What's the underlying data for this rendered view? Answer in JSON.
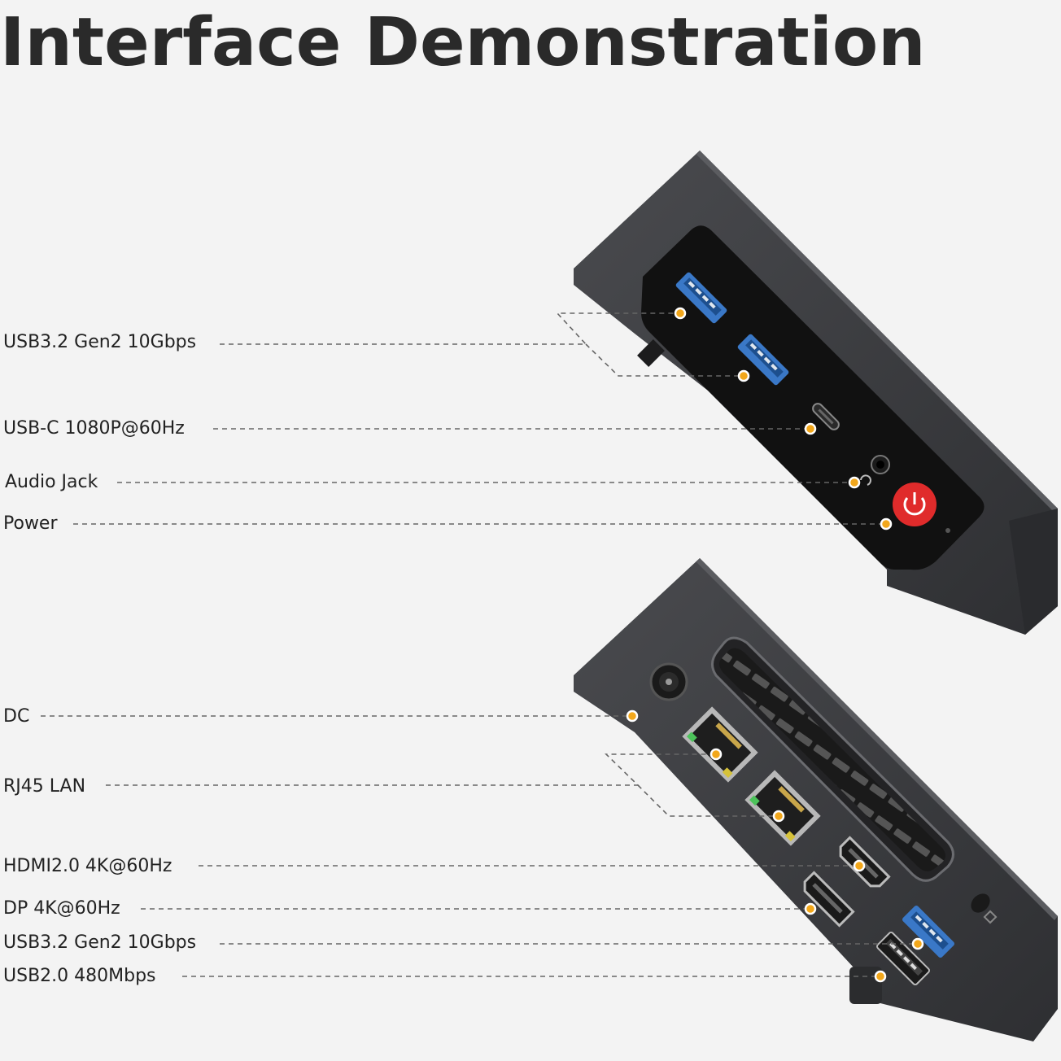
{
  "title": "Interface Demonstration",
  "colors": {
    "background": "#f3f3f3",
    "device_body": "#3c3d40",
    "panel": "#111111",
    "usb3_port": "#3a78c7",
    "power_button": "#e02b2b",
    "callout_dot": "#f2a71b"
  },
  "front_panel": {
    "labels": [
      "USB3.2 Gen2 10Gbps",
      "USB-C 1080P@60Hz",
      "Audio Jack",
      "Power"
    ]
  },
  "back_panel": {
    "labels": [
      "DC",
      "RJ45 LAN",
      "HDMI2.0 4K@60Hz",
      "DP 4K@60Hz",
      "USB3.2 Gen2 10Gbps",
      "USB2.0 480Mbps"
    ]
  },
  "icons": [
    "usb-a-port-icon",
    "usb-c-port-icon",
    "audio-jack-icon",
    "power-icon",
    "dc-jack-icon",
    "rj45-port-icon",
    "hdmi-port-icon",
    "displayport-icon",
    "lock-slot-icon"
  ]
}
